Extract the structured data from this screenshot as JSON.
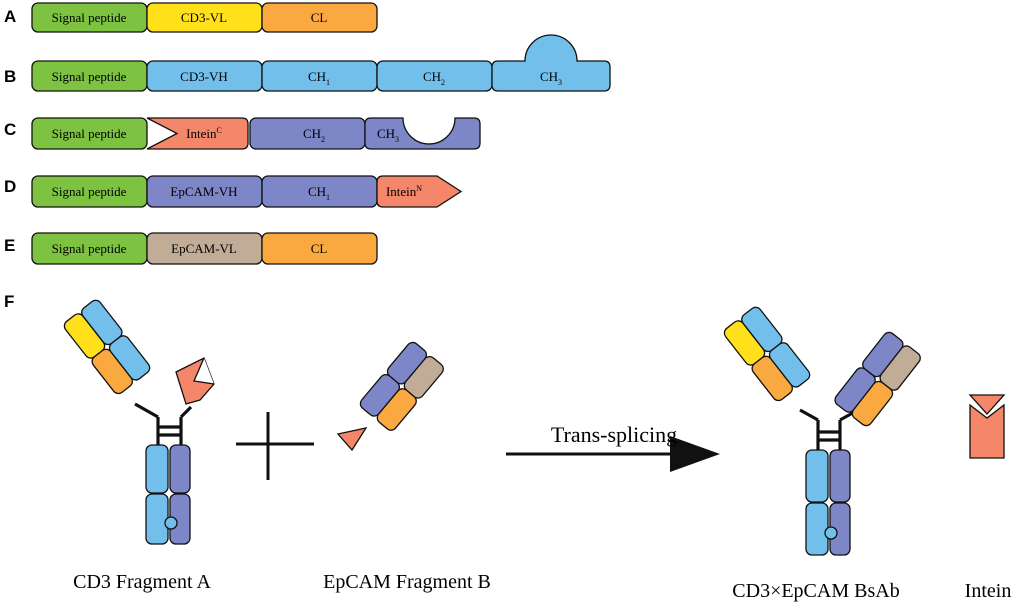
{
  "colors": {
    "signal": "#7ec242",
    "cd3vl": "#ffe01b",
    "cl": "#f9a940",
    "heavy_blue": "#72bfeb",
    "intein": "#f48669",
    "purple": "#7d86c6",
    "epcam_vl": "#c1ac97",
    "hinge": "#111111"
  },
  "panels": {
    "A": {
      "letter": "A",
      "segments": [
        {
          "label": "Signal peptide"
        },
        {
          "label": "CD3-VL"
        },
        {
          "label": "CL"
        }
      ]
    },
    "B": {
      "letter": "B",
      "segments": [
        {
          "label": "Signal peptide"
        },
        {
          "label": "CD3-VH"
        },
        {
          "label": "CH",
          "sub": "1"
        },
        {
          "label": "CH",
          "sub": "2"
        },
        {
          "label": "CH",
          "sub": "3"
        }
      ]
    },
    "C": {
      "letter": "C",
      "segments": [
        {
          "label": "Signal peptide"
        },
        {
          "label": "Intein",
          "sup": "C"
        },
        {
          "label": "CH",
          "sub": "2"
        },
        {
          "label": "CH",
          "sub": "3"
        }
      ]
    },
    "D": {
      "letter": "D",
      "segments": [
        {
          "label": "Signal peptide"
        },
        {
          "label": "EpCAM-VH"
        },
        {
          "label": "CH",
          "sub": "1"
        },
        {
          "label": "Intein",
          "sup": "N"
        }
      ]
    },
    "E": {
      "letter": "E",
      "segments": [
        {
          "label": "Signal peptide"
        },
        {
          "label": "EpCAM-VL"
        },
        {
          "label": "CL"
        }
      ]
    },
    "F": {
      "letter": "F",
      "arrow_label": "Trans-splicing",
      "captions": {
        "fragment_a": "CD3 Fragment A",
        "fragment_b": "EpCAM Fragment B",
        "bsab": "CD3×EpCAM BsAb",
        "intein": "Intein"
      }
    }
  }
}
